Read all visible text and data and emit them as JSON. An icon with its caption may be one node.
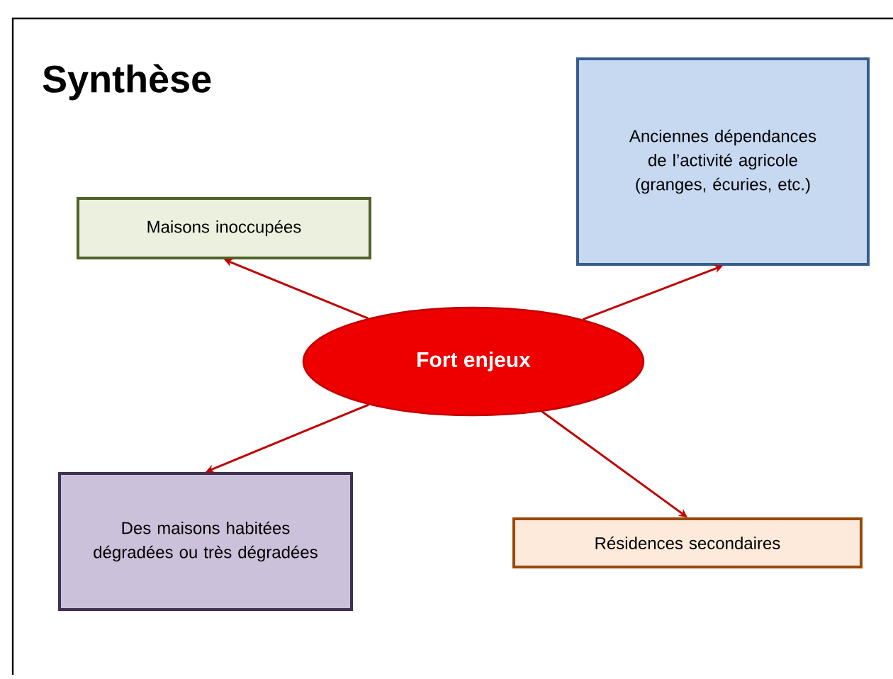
{
  "diagram": {
    "title": "Synthèse",
    "nodes": [
      {
        "text": [
          "Fort enjeux"
        ]
      },
      {
        "text": [
          "Maisons inoccupées"
        ]
      },
      {
        "text": [
          "Anciennes dépendances de l’activité agricole (granges, écuries, etc.)"
        ]
      },
      {
        "text": [
          "Des maisons habitées dégradées ou très dégradées"
        ]
      },
      {
        "text": [
          "Résidences secondaires"
        ]
      }
    ],
    "edges": [
      {
        "from": 0,
        "to": 1,
        "arrow": "to"
      },
      {
        "from": 0,
        "to": 2,
        "arrow": "to"
      },
      {
        "from": 0,
        "to": 3,
        "arrow": "to"
      },
      {
        "from": 0,
        "to": 4,
        "arrow": "to"
      }
    ]
  }
}
